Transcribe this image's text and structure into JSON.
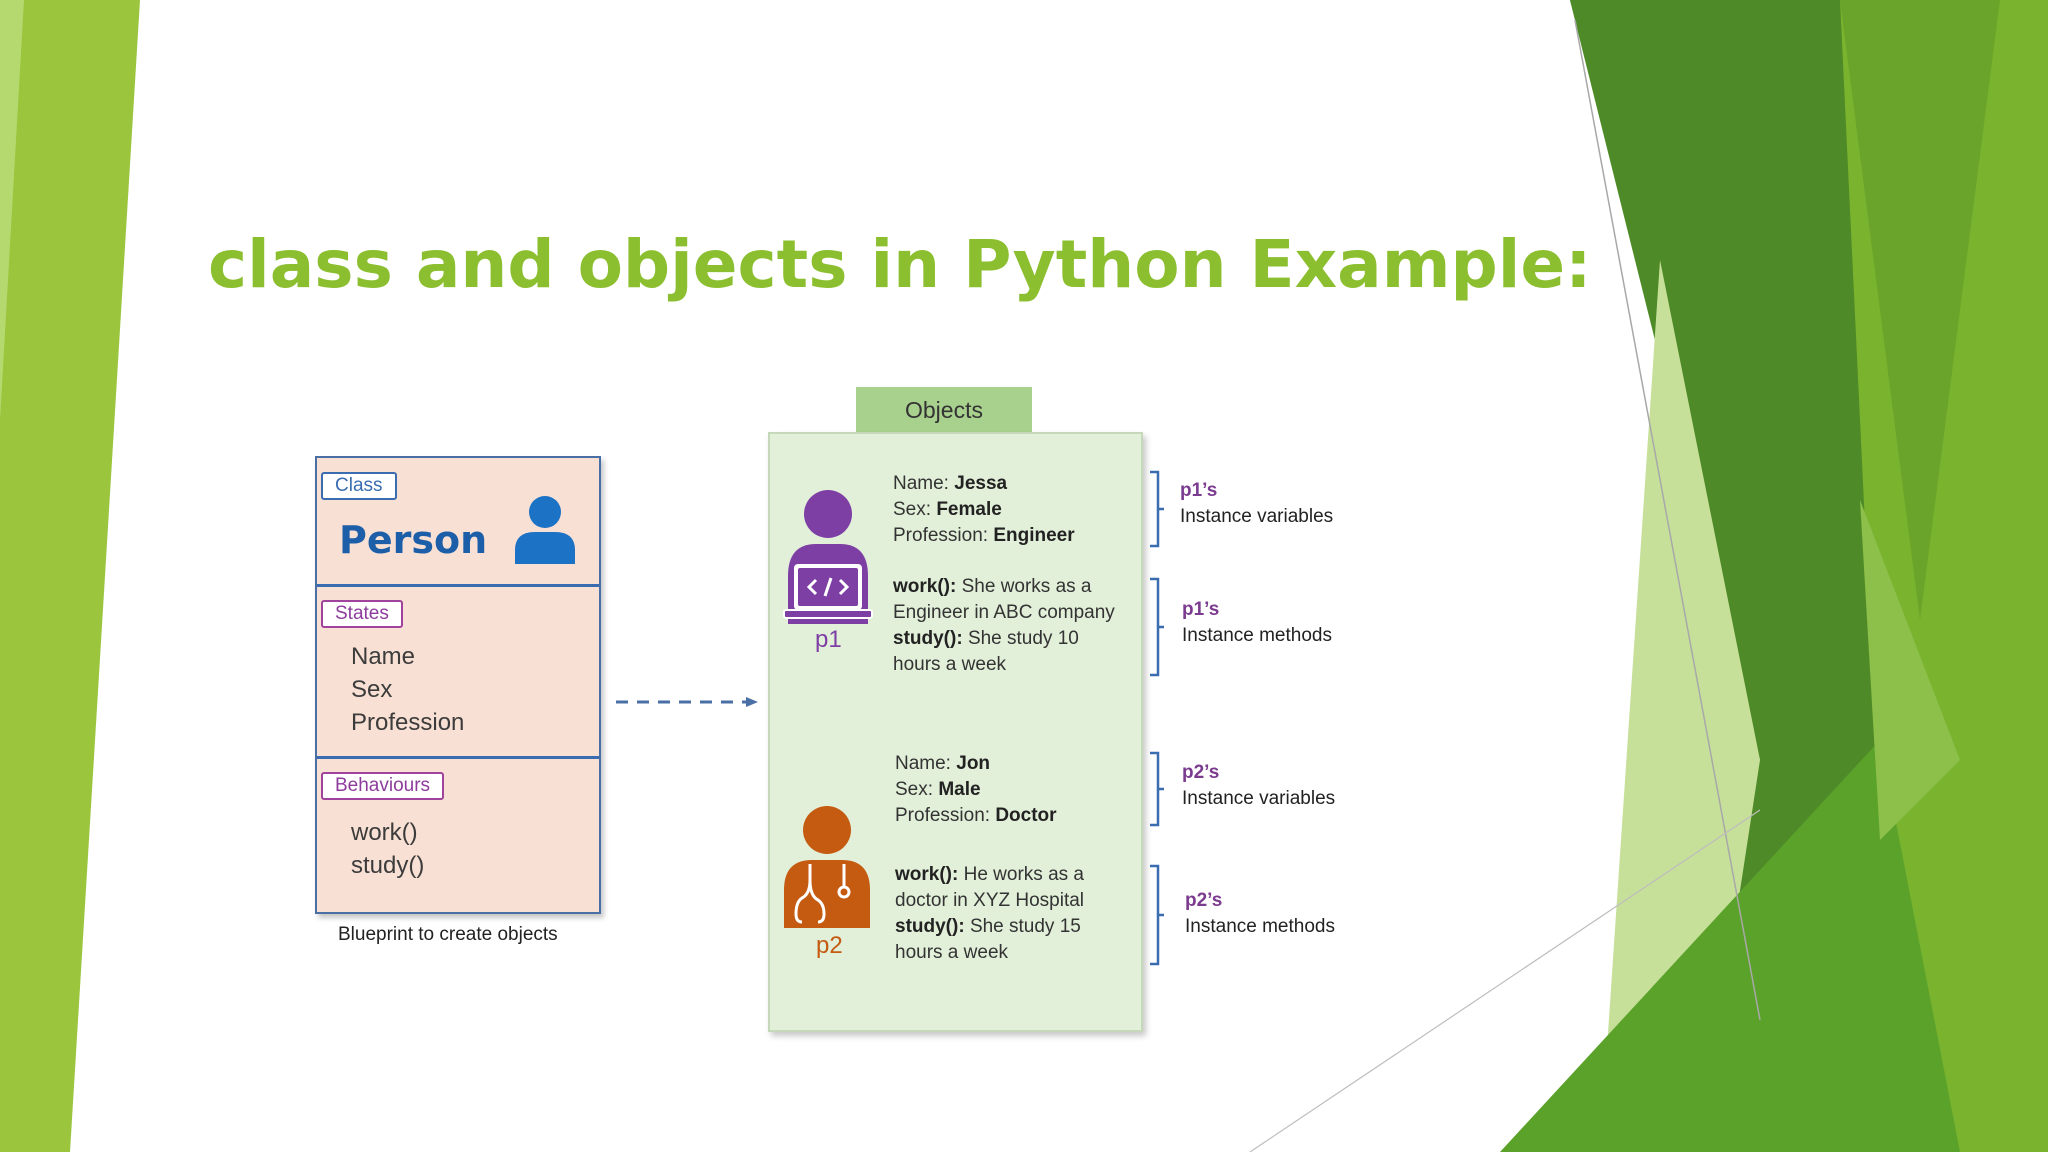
{
  "slide": {
    "title": "class and objects in Python Example:",
    "accent_color": "#8cbf2f"
  },
  "class_card": {
    "class_tag": "Class",
    "class_name": "Person",
    "person_icon": "person-icon",
    "states_tag": "States",
    "states": [
      "Name",
      "Sex",
      "Profession"
    ],
    "behaviours_tag": "Behaviours",
    "behaviours": [
      "work()",
      "study()"
    ],
    "caption": "Blueprint to create objects"
  },
  "objects": {
    "tab_label": "Objects",
    "p1": {
      "label": "p1",
      "icon": "developer-icon",
      "color": "#7e3fa5",
      "name_key": "Name:",
      "name_val": "Jessa",
      "sex_key": "Sex:",
      "sex_val": "Female",
      "prof_key": "Profession:",
      "prof_val": "Engineer",
      "work_key": "work():",
      "work_text_1": "She works as a",
      "work_text_2": "Engineer in ABC company",
      "study_key": "study():",
      "study_text_1": "She study 10",
      "study_text_2": "hours a week"
    },
    "p2": {
      "label": "p2",
      "icon": "doctor-icon",
      "color": "#c55a11",
      "name_key": "Name:",
      "name_val": "Jon",
      "sex_key": "Sex:",
      "sex_val": "Male",
      "prof_key": "Profession:",
      "prof_val": "Doctor",
      "work_key": "work():",
      "work_text_1": "He works as a",
      "work_text_2": "doctor in XYZ Hospital",
      "study_key": "study():",
      "study_text_1": "She study 15",
      "study_text_2": "hours a week"
    }
  },
  "annotations": {
    "p1_vars_who": "p1’s",
    "p1_vars_text": "Instance variables",
    "p1_methods_who": "p1’s",
    "p1_methods_text": "Instance methods",
    "p2_vars_who": "p2’s",
    "p2_vars_text": "Instance variables",
    "p2_methods_who": "p2’s",
    "p2_methods_text": "Instance methods"
  }
}
